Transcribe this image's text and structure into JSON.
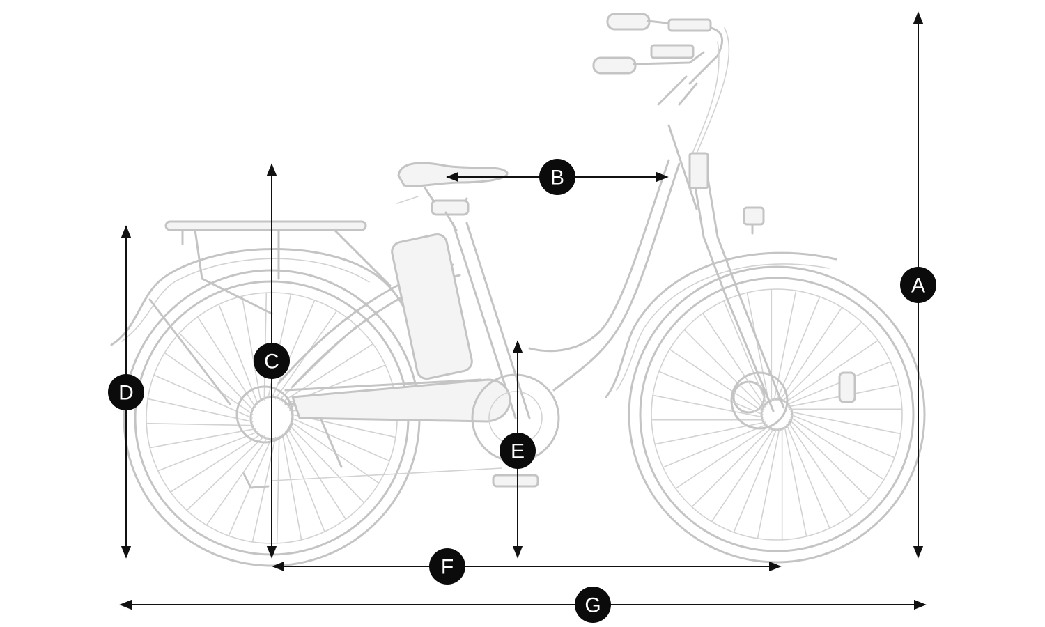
{
  "diagram": {
    "labels": {
      "a": "A",
      "b": "B",
      "c": "C",
      "d": "D",
      "e": "E",
      "f": "F",
      "g": "G"
    },
    "colors": {
      "dimension": "#111111",
      "badge": "#0b0b0b",
      "badge_text": "#ffffff",
      "sketch": "#c4c4c4"
    }
  }
}
